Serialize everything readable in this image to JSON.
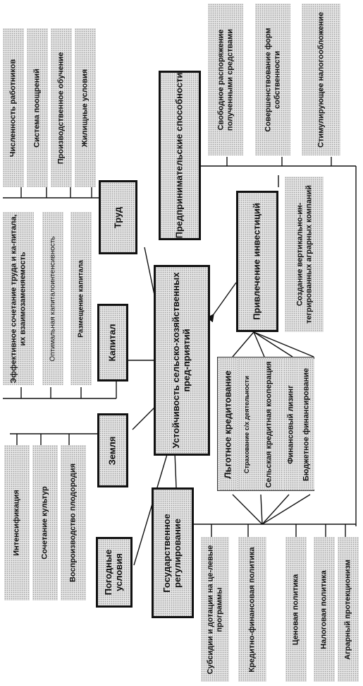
{
  "central": "Устойчивость сельско-хозяйственных пред-приятий",
  "trud": {
    "title": "Труд",
    "items": [
      "Численность работников",
      "Система поощрений",
      "Производственное обучение",
      "Жилищные условия"
    ]
  },
  "kapital": {
    "title": "Капитал",
    "items": [
      "Эффективное сочетание труда и ка-питала, их взаимозаменяемость",
      "Оптимальная капиталоинтенсивность",
      "Размещение капитала"
    ]
  },
  "zemlya": {
    "title": "Земля",
    "items": [
      "Интенсификация",
      "Сочетание культур",
      "Воспроизводство плодородия"
    ]
  },
  "pogodnye": "Погодные условия",
  "gos": {
    "title": "Государственное регулирование",
    "items": [
      "Субсидии и дотации на це-левые программы",
      "Кредитно-финансовая политика",
      "Ценовая политика",
      "Налоговая политика",
      "Аграрный протекционизм"
    ]
  },
  "predprin": {
    "title": "Предпринимательские способности",
    "items": [
      "Свободное распоряжение полученными средствами",
      "Совершенствование форм собственности",
      "Стимулирующее налогообложение"
    ]
  },
  "invest": {
    "title": "Привлечение инвестиций",
    "right": "Создание вертикально-ин-тегрированных аграрных компаний",
    "lgotnoe": "Льготное кредитование",
    "strah": "Страхование с/х деятельности",
    "koop": "Сельская кредитная кооперация",
    "lizing": "Финансовый лизинг",
    "budget": "Бюджетное финансирование"
  }
}
